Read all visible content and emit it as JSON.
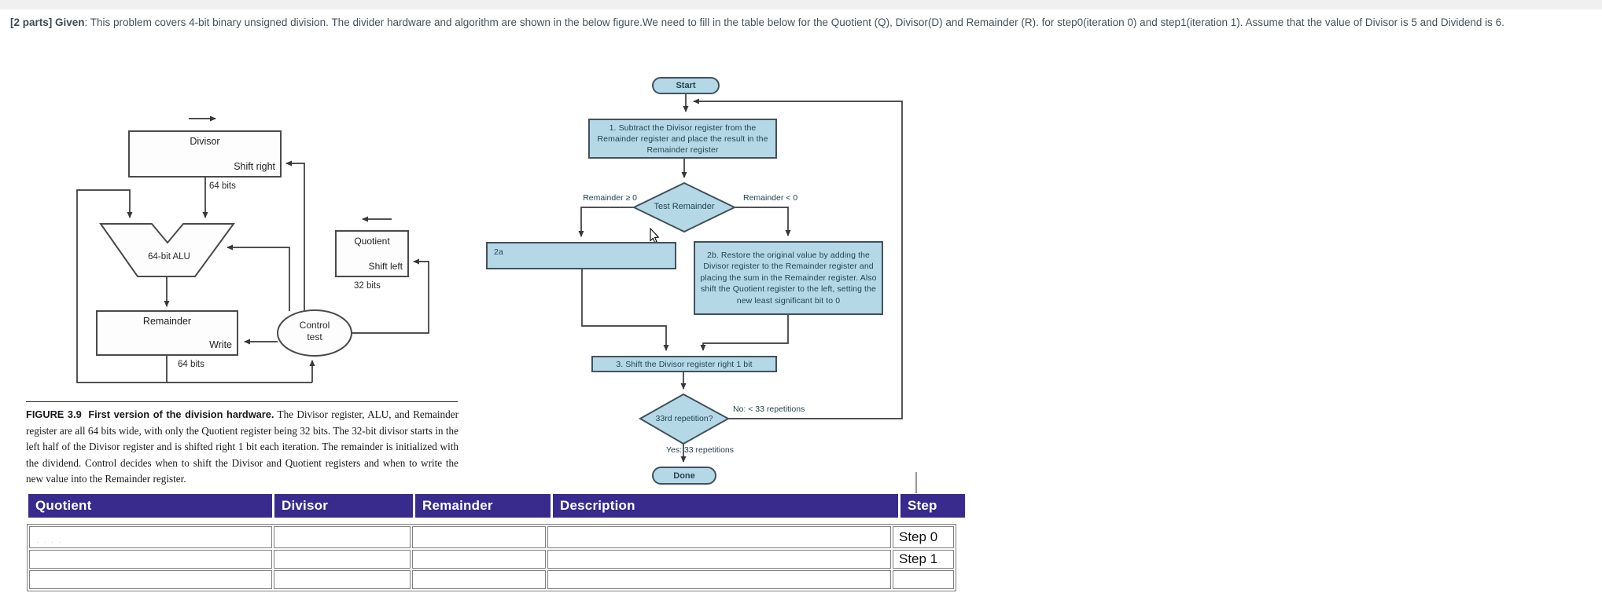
{
  "intro": {
    "bold": "[2 parts] Given",
    "text": ": This problem covers 4-bit binary unsigned division. The divider hardware and algorithm are shown in the below figure.We need to fill in the table below for the Quotient (Q), Divisor(D) and Remainder (R). for step0(iteration 0) and step1(iteration 1). Assume that the value of Divisor is 5 and Dividend is 6."
  },
  "hardware": {
    "divisor_label": "Divisor",
    "shift_right_label": "Shift right",
    "bits64_top": "64 bits",
    "alu_label": "64-bit ALU",
    "quotient_label": "Quotient",
    "shift_left_label": "Shift left",
    "bits32": "32 bits",
    "remainder_label": "Remainder",
    "write_label": "Write",
    "bits64_bottom": "64 bits",
    "control_line1": "Control",
    "control_line2": "test"
  },
  "caption": {
    "figure_tag": "FIGURE 3.9",
    "bold_title": "First version of the division hardware.",
    "body": "The Divisor register, ALU, and Remainder register are all 64 bits wide, with only the Quotient register being 32 bits. The 32-bit divisor starts in the left half of the Divisor register and is shifted right 1 bit each iteration. The remainder is initialized with the dividend. Control decides when to shift the Divisor and Quotient registers and when to write the new value into the Remainder register."
  },
  "flowchart": {
    "start": "Start",
    "step1": "1.  Subtract the Divisor register from the Remainder register and place the result in the Remainder register",
    "test_remainder": "Test Remainder",
    "branch_ge": "Remainder ≥ 0",
    "branch_lt": "Remainder < 0",
    "step2a": "2a",
    "step2b": "2b.  Restore the original value by adding the Divisor register to the Remainder register and placing the sum in the Remainder register. Also shift the Quotient register to the left, setting the new least significant bit to 0",
    "step3": "3.  Shift the Divisor register right 1 bit",
    "repetition_test": "33rd repetition?",
    "no_label": "No: < 33 repetitions",
    "yes_label": "Yes: 33 repetitions",
    "done": "Done"
  },
  "table": {
    "columns": [
      "Quotient",
      "Divisor",
      "Remainder",
      "Description",
      "Step"
    ],
    "rows": [
      {
        "quotient": ". . . .",
        "divisor": "",
        "remainder": "",
        "description": "",
        "step": "Step 0"
      },
      {
        "quotient": "",
        "divisor": "",
        "remainder": "",
        "description": "",
        "step": "Step 1"
      },
      {
        "quotient": "",
        "divisor": "",
        "remainder": "",
        "description": "",
        "step": ""
      }
    ]
  },
  "colors": {
    "table_header_bg": "#392a8e",
    "flowchart_fill": "#b5d8e7",
    "flowchart_border": "#41525c",
    "intro_text": "#44525c"
  }
}
